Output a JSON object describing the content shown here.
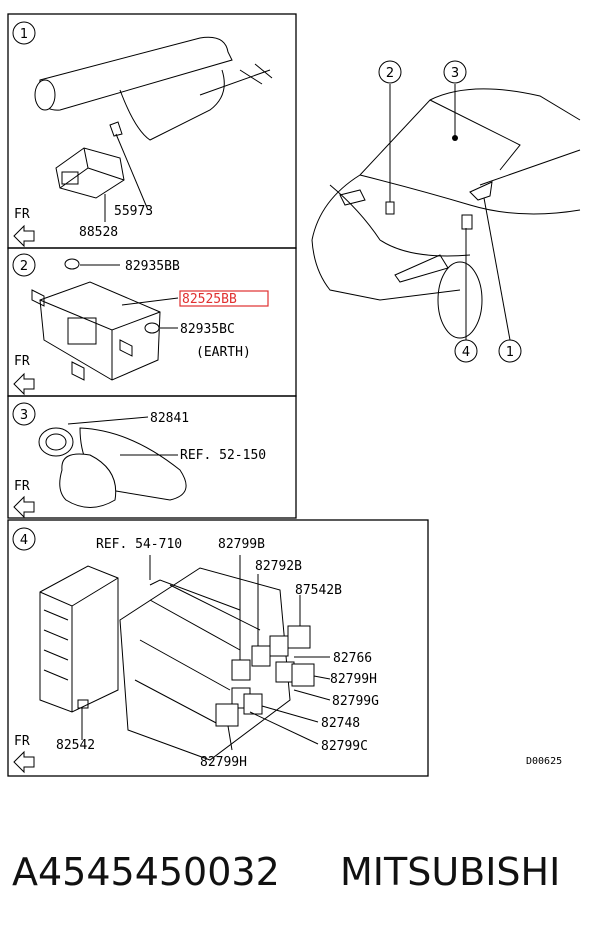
{
  "panels": [
    {
      "id": "1",
      "parts": [
        "55973",
        "88528"
      ],
      "fr": "FR"
    },
    {
      "id": "2",
      "parts": [
        "82935BB",
        "82525BB",
        "82935BC",
        "(EARTH)"
      ],
      "fr": "FR"
    },
    {
      "id": "3",
      "parts": [
        "82841",
        "REF. 52-150"
      ],
      "fr": "FR"
    },
    {
      "id": "4",
      "parts": [
        "REF. 54-710",
        "82799B",
        "82792B",
        "87542B",
        "82766",
        "82799H",
        "82799G",
        "82748",
        "82799C",
        "82799H",
        "82542"
      ],
      "fr": "FR"
    }
  ],
  "overview": {
    "callouts": [
      "2",
      "3",
      "4",
      "1"
    ]
  },
  "diagram_code": "D00625",
  "footer": {
    "part_number": "A4545450032",
    "brand": "MITSUBISHI"
  },
  "highlight_color": "#e03030"
}
